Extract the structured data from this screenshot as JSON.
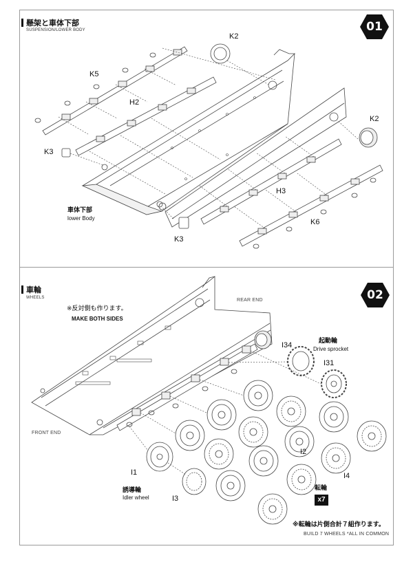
{
  "steps": [
    {
      "number": "01",
      "title": "懸架と車体下部",
      "subtitle": "SUSPENSION/LOWER BODY",
      "parts": {
        "k2_top": "K2",
        "k5": "K5",
        "h2": "H2",
        "k2_right": "K2",
        "k3_left": "K3",
        "h3": "H3",
        "k6": "K6",
        "k3_bottom": "K3"
      },
      "hull_label_jp": "車体下部",
      "hull_label_en": "lower Body"
    },
    {
      "number": "02",
      "title": "車輪",
      "subtitle": "WHEELS",
      "note_jp": "※反対側も作ります。",
      "note_en": "MAKE BOTH SIDES",
      "rear_end": "REAR END",
      "front_end": "FRONT END",
      "parts": {
        "i34": "I34",
        "i31": "I31",
        "i1": "I1",
        "i3": "I3",
        "i2": "I2",
        "i4": "I4"
      },
      "sprocket_jp": "起動輪",
      "sprocket_en": "Drive sprocket",
      "idler_jp": "誘導輪",
      "idler_en": "Idler wheel",
      "roadwheel_jp": "転輪",
      "quantity": "x7",
      "footer_jp": "※転輪は片側合計７組作ります。",
      "footer_en": "BUILD 7 WHEELS *ALL IN COMMON"
    }
  ],
  "colors": {
    "ink": "#111111",
    "line": "#555555",
    "frame": "#9a9a9a"
  }
}
